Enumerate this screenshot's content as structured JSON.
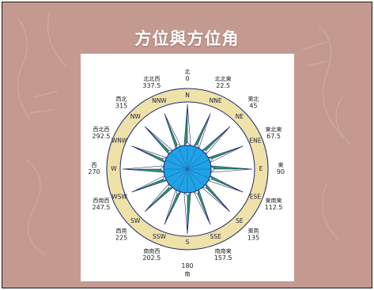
{
  "slide": {
    "title": "方位與方位角"
  },
  "colors": {
    "background": "#c49a90",
    "ring": "#efe2a8",
    "center": "#1fa3e6",
    "point_green": "#2e9a5e",
    "point_navy": "#1a2a6c"
  },
  "compass": {
    "directions": [
      {
        "abbr": "N",
        "chinese": "北",
        "azimuth": "0"
      },
      {
        "abbr": "NNE",
        "chinese": "北北東",
        "azimuth": "22.5"
      },
      {
        "abbr": "NE",
        "chinese": "東北",
        "azimuth": "45"
      },
      {
        "abbr": "ENE",
        "chinese": "東北東",
        "azimuth": "67.5"
      },
      {
        "abbr": "E",
        "chinese": "東",
        "azimuth": "90"
      },
      {
        "abbr": "ESE",
        "chinese": "東南東",
        "azimuth": "112.5"
      },
      {
        "abbr": "SE",
        "chinese": "東南",
        "azimuth": "135"
      },
      {
        "abbr": "SSE",
        "chinese": "南南東",
        "azimuth": "157.5"
      },
      {
        "abbr": "S",
        "chinese": "南",
        "azimuth": "180"
      },
      {
        "abbr": "SSW",
        "chinese": "南南西",
        "azimuth": "202.5"
      },
      {
        "abbr": "SW",
        "chinese": "西南",
        "azimuth": "225"
      },
      {
        "abbr": "WSW",
        "chinese": "西南西",
        "azimuth": "247.5"
      },
      {
        "abbr": "W",
        "chinese": "西",
        "azimuth": "270"
      },
      {
        "abbr": "WNW",
        "chinese": "西北西",
        "azimuth": "292.5"
      },
      {
        "abbr": "NW",
        "chinese": "西北",
        "azimuth": "315"
      },
      {
        "abbr": "NNW",
        "chinese": "北北西",
        "azimuth": "337.5"
      }
    ]
  }
}
